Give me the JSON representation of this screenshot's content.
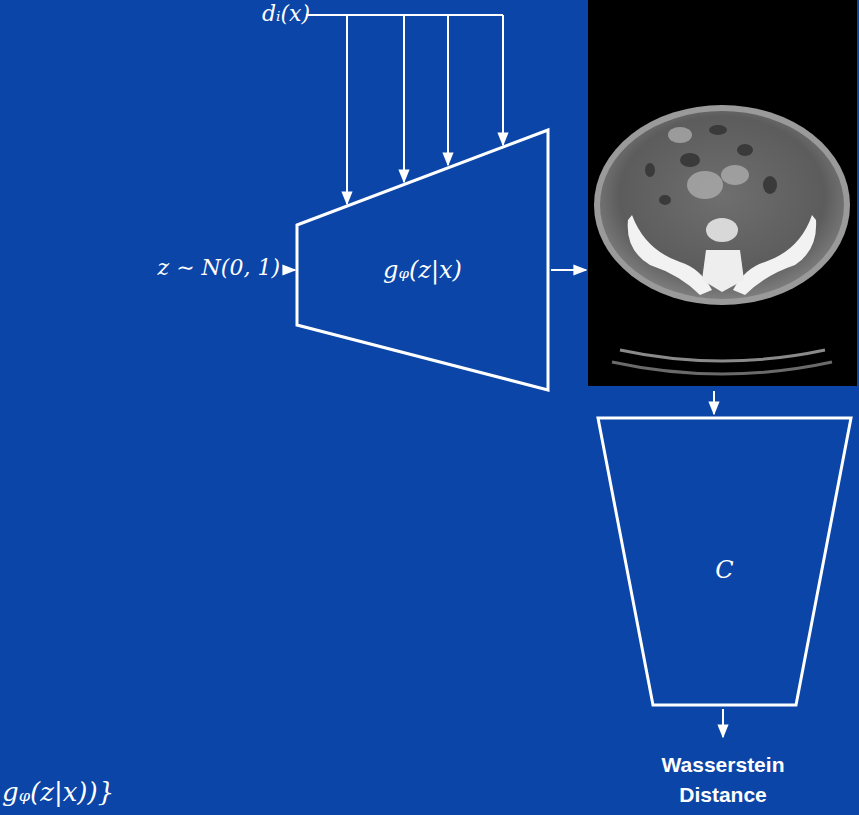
{
  "diagram": {
    "nodes": [
      {
        "text": [
          "gᵩ(z|x)"
        ]
      },
      {
        "text": [
          "C"
        ]
      }
    ],
    "labels": [
      "dᵢ(x)",
      "z ∼ N(0, 1)",
      "Wasserstein Distance",
      "gᵩ(z|x))}"
    ]
  }
}
